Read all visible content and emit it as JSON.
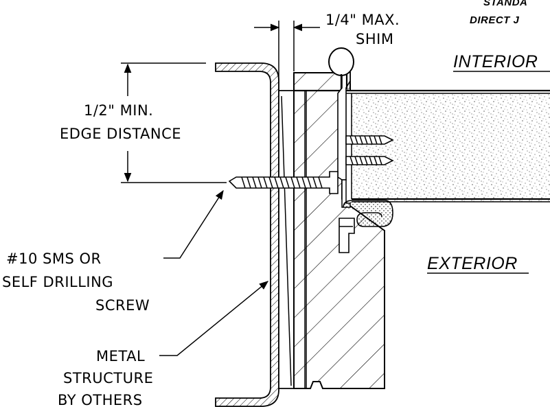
{
  "labels": {
    "shim": {
      "line1": "1/4\" MAX.",
      "line2": "SHIM"
    },
    "standard_note": {
      "line1": "STANDA",
      "line2": "DIRECT J"
    },
    "interior": "INTERIOR",
    "exterior": "EXTERIOR",
    "edge_distance": {
      "line1": "1/2\" MIN.",
      "line2": "EDGE DISTANCE"
    },
    "screw": {
      "line1": "#10 SMS OR",
      "line2": "SELF DRILLING",
      "line3": "SCREW"
    },
    "structure": {
      "line1": "METAL",
      "line2": "STRUCTURE",
      "line3": "BY OTHERS"
    }
  }
}
